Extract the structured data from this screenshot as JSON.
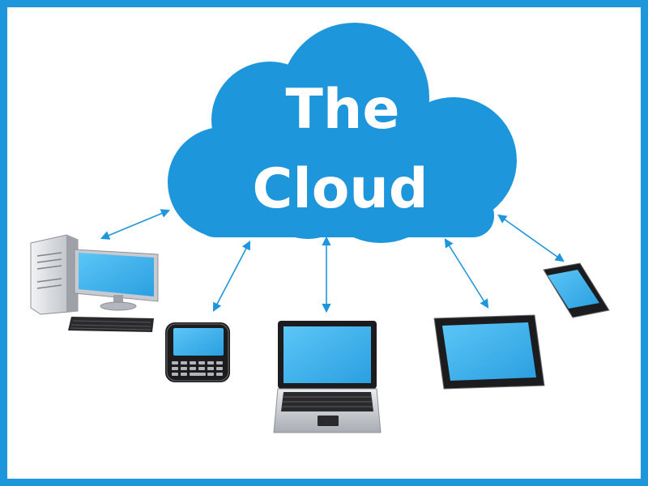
{
  "cloud": {
    "line1": "The",
    "line2": "Cloud",
    "color": "#1e96dc"
  },
  "colors": {
    "frame": "#1e96dc",
    "arrow": "#1e96dc",
    "screen": "#3ab1f0",
    "device_dark": "#1c1c1e",
    "device_silver": "#c9ccd1"
  },
  "devices": [
    {
      "id": "desktop-computer",
      "icon": "desktop-computer-icon"
    },
    {
      "id": "smartphone-keyboard",
      "icon": "smartphone-keyboard-icon"
    },
    {
      "id": "laptop",
      "icon": "laptop-icon"
    },
    {
      "id": "tablet",
      "icon": "tablet-icon"
    },
    {
      "id": "smartphone",
      "icon": "smartphone-icon"
    }
  ]
}
